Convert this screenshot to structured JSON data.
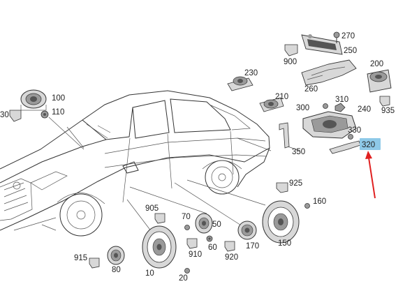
{
  "part_labels": {
    "p10": "10",
    "p20": "20",
    "p30": "30",
    "p50": "50",
    "p60": "60",
    "p70": "70",
    "p80": "80",
    "p100": "100",
    "p110": "110",
    "p150": "150",
    "p160": "160",
    "p170": "170",
    "p200": "200",
    "p210": "210",
    "p230": "230",
    "p240": "240",
    "p250": "250",
    "p260": "260",
    "p270": "270",
    "p300": "300",
    "p310": "310",
    "p320": "320",
    "p330": "330",
    "p350": "350",
    "p900": "900",
    "p905": "905",
    "p910": "910",
    "p915": "915",
    "p920": "920",
    "p925": "925",
    "p935": "935"
  },
  "highlight": {
    "part": "320",
    "color": "#8ec9e8",
    "arrow_color": "#e02020"
  }
}
